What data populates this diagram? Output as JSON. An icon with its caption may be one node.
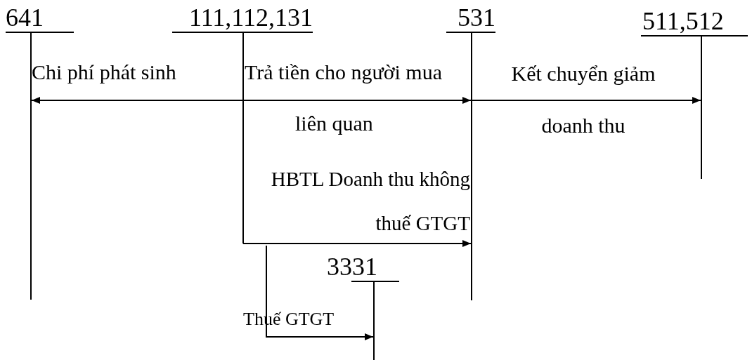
{
  "diagram": {
    "nodes": [
      {
        "text": [
          "641"
        ]
      },
      {
        "text": [
          "111,112,131"
        ]
      },
      {
        "text": [
          "531"
        ]
      },
      {
        "text": [
          "511,512"
        ]
      },
      {
        "text": [
          "3331"
        ]
      }
    ],
    "edges": [
      {
        "from": 1,
        "to": 0,
        "arrow": "to",
        "label": "Chi phí phát sinh"
      },
      {
        "from": 1,
        "to": 2,
        "arrow": "to",
        "label": "Trả tiền cho người mua"
      },
      {
        "from": 2,
        "to": 3,
        "arrow": "to",
        "label": "Kết chuyển giảm doanh thu"
      },
      {
        "from": 1,
        "to": 2,
        "arrow": "to",
        "label": "HBTL Doanh thu không thuế GTGT"
      },
      {
        "from": 1,
        "to": 4,
        "arrow": "to",
        "label": "Thuế GTGT"
      }
    ],
    "labels": [
      "liên quan"
    ]
  }
}
